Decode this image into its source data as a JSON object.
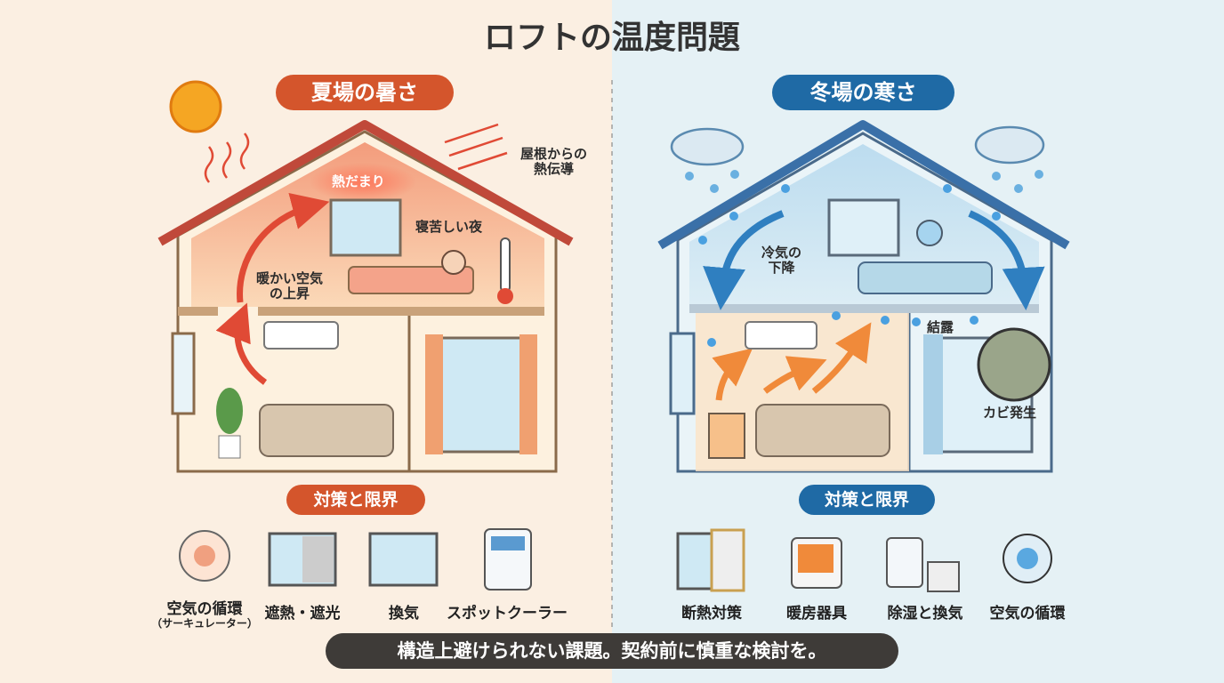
{
  "title": "ロフトの温度問題",
  "summer": {
    "heading": "夏場の暑さ",
    "labels": {
      "heat_pool": "熱だまり",
      "roof_conduction": "屋根からの\n熱伝導",
      "roof_conduction_1": "屋根からの",
      "roof_conduction_2": "熱伝導",
      "sleepless": "寝苦しい夜",
      "warm_rise_1": "暖かい空気",
      "warm_rise_2": "の上昇"
    },
    "measures_heading": "対策と限界",
    "measures": [
      {
        "icon": "fan-icon",
        "label": "空気の循環",
        "sub": "（サーキュレーター）"
      },
      {
        "icon": "window-film-icon",
        "label": "遮熱・遮光"
      },
      {
        "icon": "open-window-icon",
        "label": "換気"
      },
      {
        "icon": "portable-ac-icon",
        "label": "スポットクーラー"
      }
    ]
  },
  "winter": {
    "heading": "冬場の寒さ",
    "labels": {
      "cold_fall_1": "冷気の",
      "cold_fall_2": "下降",
      "condensation": "結露",
      "mold": "カビ発生"
    },
    "measures_heading": "対策と限界",
    "measures": [
      {
        "icon": "insulation-window-icon",
        "label": "断熱対策"
      },
      {
        "icon": "heater-icon",
        "label": "暖房器具"
      },
      {
        "icon": "dehumidifier-icon",
        "label": "除湿と換気"
      },
      {
        "icon": "circulator-icon",
        "label": "空気の循環"
      }
    ]
  },
  "footer": "構造上避けられない課題。契約前に慎重な検討を。",
  "colors": {
    "summer_accent": "#d4552c",
    "winter_accent": "#1f6aa5",
    "summer_bg": "#fbefe2",
    "winter_bg": "#e5f1f5"
  }
}
